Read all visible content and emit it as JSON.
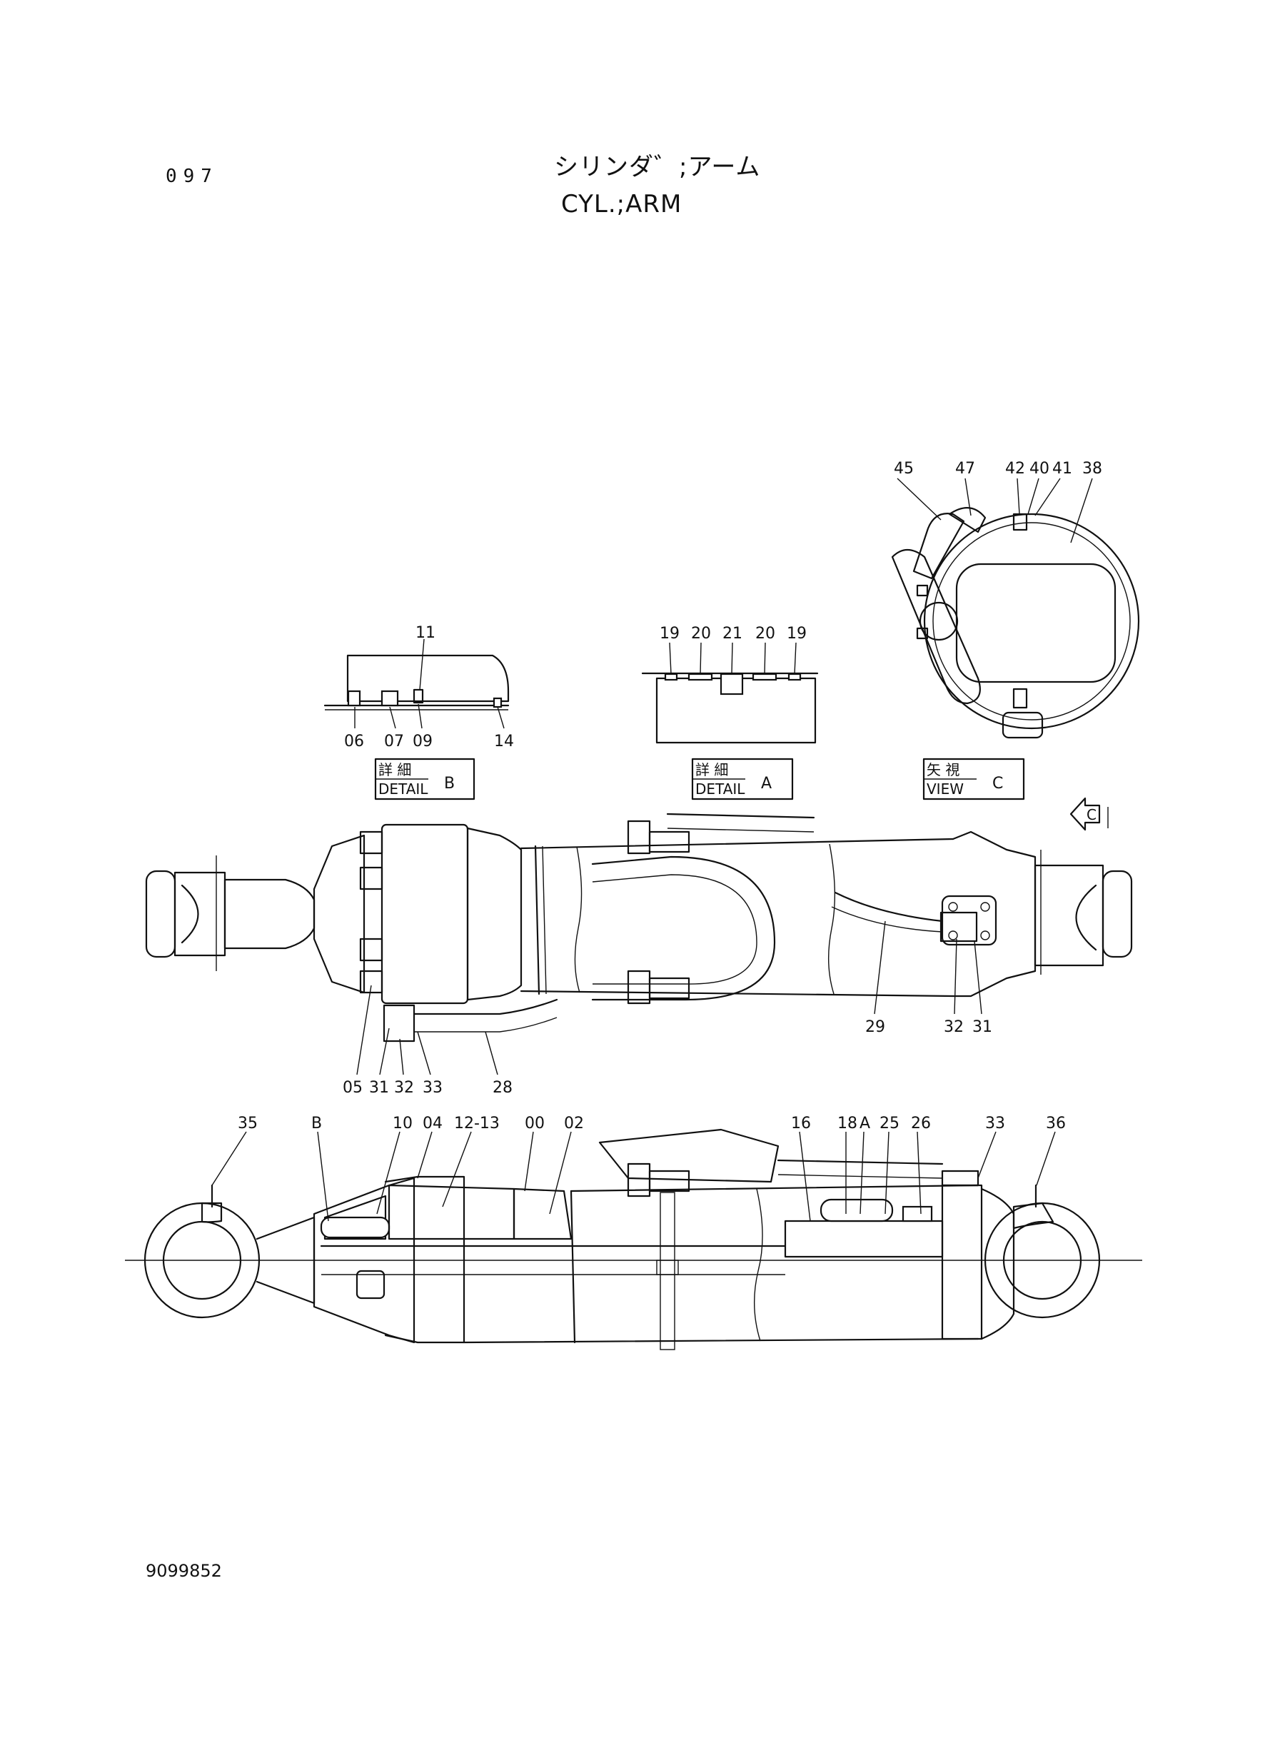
{
  "header": {
    "page_number": "097",
    "title_jp": "シリンダ゛;アーム",
    "title_en": "CYL.;ARM"
  },
  "footer": {
    "drawing_number": "9099852"
  },
  "detail_b": {
    "label_jp": "詳 細",
    "label_en": "DETAIL",
    "letter": "B",
    "callouts": [
      "11",
      "06",
      "07",
      "09",
      "14"
    ]
  },
  "detail_a": {
    "label_jp": "詳 細",
    "label_en": "DETAIL",
    "letter": "A",
    "callouts": [
      "19",
      "20",
      "21",
      "20",
      "19"
    ]
  },
  "view_c": {
    "label_jp": "矢 視",
    "label_en": "VIEW",
    "letter": "C",
    "callouts": [
      "45",
      "47",
      "42",
      "40",
      "41",
      "38"
    ]
  },
  "view_arrow": {
    "letter": "C"
  },
  "top_view": {
    "callouts": [
      "05",
      "31",
      "32",
      "33",
      "28",
      "29",
      "32",
      "31"
    ]
  },
  "section_view": {
    "callouts": [
      "35",
      "B",
      "10",
      "04",
      "12-13",
      "00",
      "02",
      "16",
      "18",
      "A",
      "25",
      "26",
      "33",
      "36"
    ]
  }
}
